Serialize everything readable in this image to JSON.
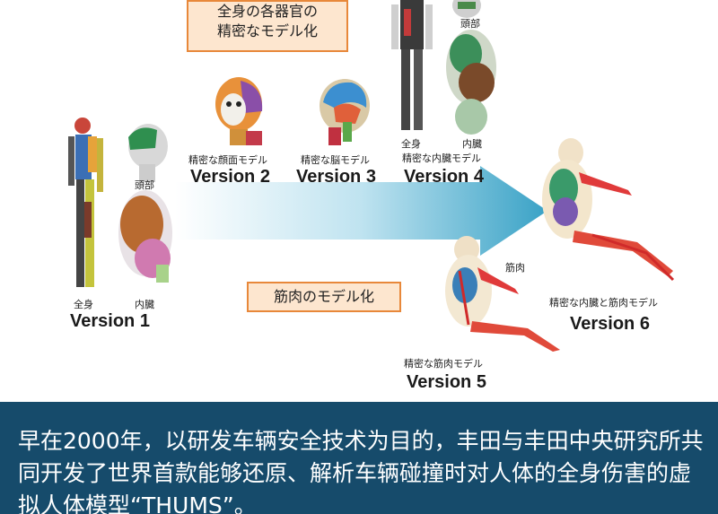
{
  "callouts": {
    "organs": "全身の各器官の\n精密なモデル化",
    "muscle": "筋肉のモデル化"
  },
  "versions": {
    "v1": {
      "label": "Version 1",
      "caption_whole": "全身",
      "caption_organs": "内臓",
      "caption_head": "頭部"
    },
    "v2": {
      "label": "Version 2",
      "caption": "精密な顔面モデル"
    },
    "v3": {
      "label": "Version 3",
      "caption": "精密な脳モデル"
    },
    "v4": {
      "label": "Version 4",
      "caption_whole": "全身",
      "caption_organs": "内臓",
      "caption_detail": "精密な内臓モデル",
      "caption_head": "頭部"
    },
    "v5": {
      "label": "Version 5",
      "caption": "精密な筋肉モデル",
      "caption_muscle": "筋肉"
    },
    "v6": {
      "label": "Version 6",
      "caption": "精密な内臓と筋肉モデル"
    }
  },
  "caption_text": "早在2000年，以研发车辆安全技术为目的，丰田与丰田中央研究所共同开发了世界首款能够还原、解析车辆碰撞时对人体的全身伤害的虚拟人体模型“THUMS”。",
  "colors": {
    "caption_bg": "#164b6b",
    "arrow": "#3fa6c8",
    "callout_border": "#e8883a",
    "callout_fill": "#fde6cf"
  }
}
